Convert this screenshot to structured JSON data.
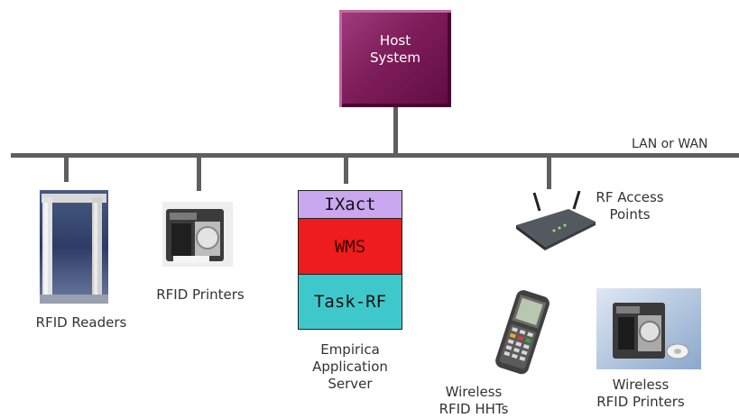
{
  "diagram": {
    "host": {
      "label_line1": "Host",
      "label_line2": "System"
    },
    "network": {
      "label": "LAN or WAN"
    },
    "readers": {
      "label": "RFID Readers"
    },
    "printers": {
      "label": "RFID Printers"
    },
    "server": {
      "layers": [
        "IXact",
        "WMS",
        "Task-RF"
      ],
      "label_line1": "Empirica",
      "label_line2": "Application",
      "label_line3": "Server"
    },
    "access_points": {
      "label_line1": "RF Access",
      "label_line2": "Points"
    },
    "hht": {
      "label_line1": "Wireless",
      "label_line2": "RFID HHTs"
    },
    "wireless_printers": {
      "label_line1": "Wireless",
      "label_line2": "RFID Printers"
    }
  }
}
